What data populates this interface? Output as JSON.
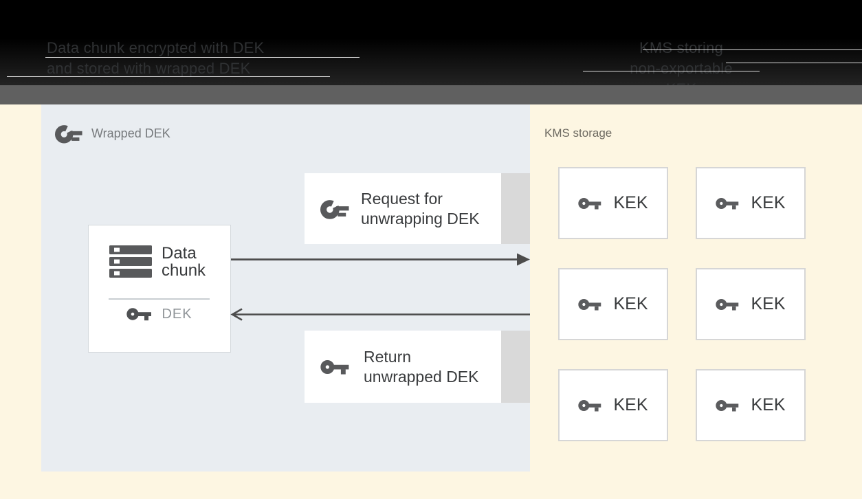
{
  "header": {
    "caption_left": [
      "Data chunk encrypted with DEK",
      "and stored with wrapped DEK"
    ],
    "caption_right": [
      "KMS storing",
      "non-exportable KEK"
    ]
  },
  "panel": {
    "label": "Wrapped DEK",
    "request_box": [
      "Request for",
      "unwrapping DEK"
    ],
    "return_box": [
      "Return",
      "unwrapped DEK"
    ],
    "data_chunk": {
      "lines": [
        "Data",
        "chunk"
      ],
      "key_label": "DEK"
    }
  },
  "kms": {
    "label": "KMS storage",
    "keks": [
      "KEK",
      "KEK",
      "KEK",
      "KEK",
      "KEK",
      "KEK"
    ]
  },
  "icons": {
    "wrapped_key": "wrapped-key-icon",
    "key": "key-icon",
    "data_chunk": "data-chunk-stack-icon"
  },
  "colors": {
    "page_background": "#fdf6e2",
    "panel_background": "#e9edf1",
    "header_bar": "#000000",
    "subheader_bar": "#606060",
    "box_side_strip": "#d9d9d9",
    "icon_gray": "#58595b",
    "arrow_gray": "#4c4c4c",
    "muted_label": "#76797c"
  }
}
